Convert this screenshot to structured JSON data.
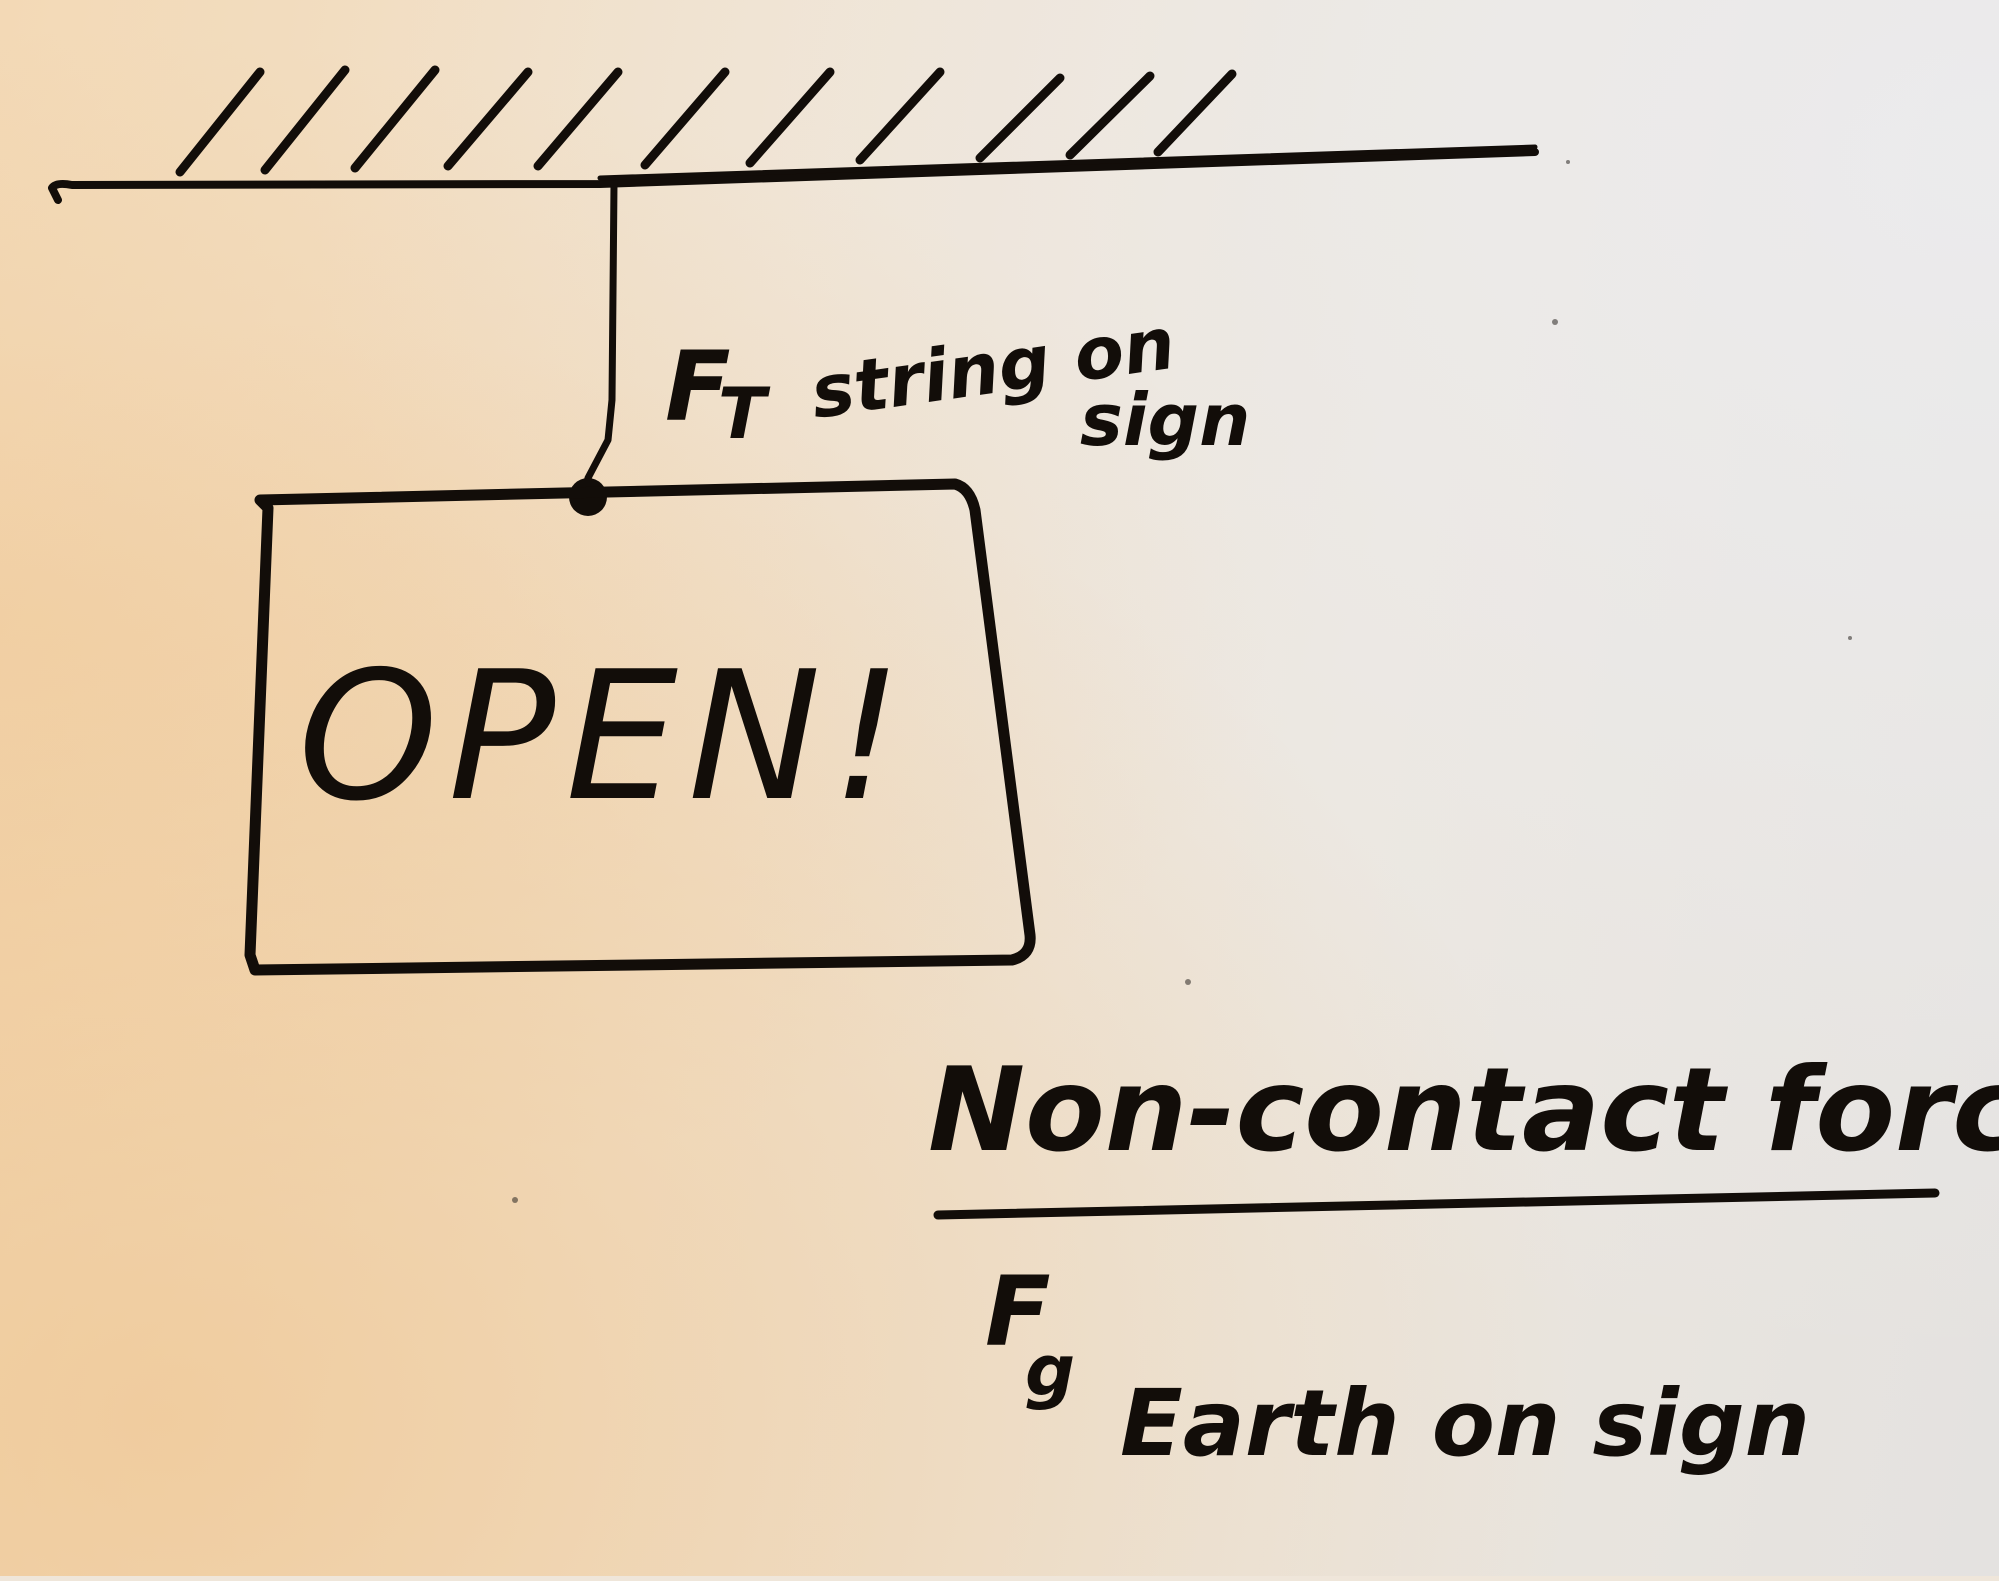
{
  "tension_label": {
    "symbol": "F",
    "subscript": "T",
    "line1": "string on",
    "line2": "sign"
  },
  "sign": {
    "text": "OPEN!"
  },
  "noncontact": {
    "heading": "Non-contact forces",
    "gravity": {
      "symbol": "F",
      "subscript": "g",
      "description": "Earth on sign"
    }
  }
}
